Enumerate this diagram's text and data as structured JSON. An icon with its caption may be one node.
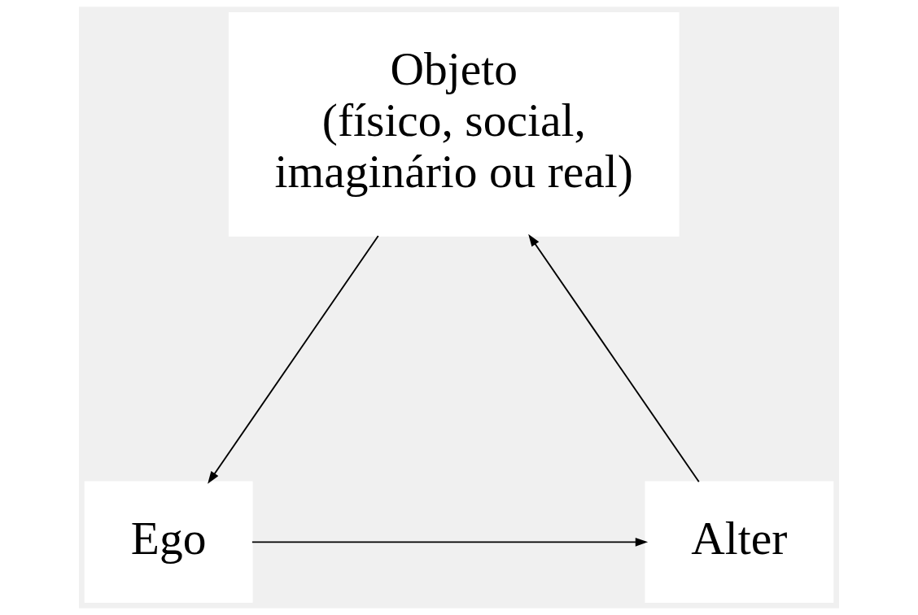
{
  "diagram": {
    "nodes": [
      {
        "text": [
          "Objeto",
          "(físico, social, imaginário ou real)"
        ]
      },
      {
        "text": [
          "Ego"
        ]
      },
      {
        "text": [
          "Alter"
        ]
      }
    ],
    "edges": [
      {
        "from": 0,
        "to": 1,
        "arrow": "to"
      },
      {
        "from": 1,
        "to": 2,
        "arrow": "to"
      },
      {
        "from": 2,
        "to": 0,
        "arrow": "to"
      }
    ]
  }
}
